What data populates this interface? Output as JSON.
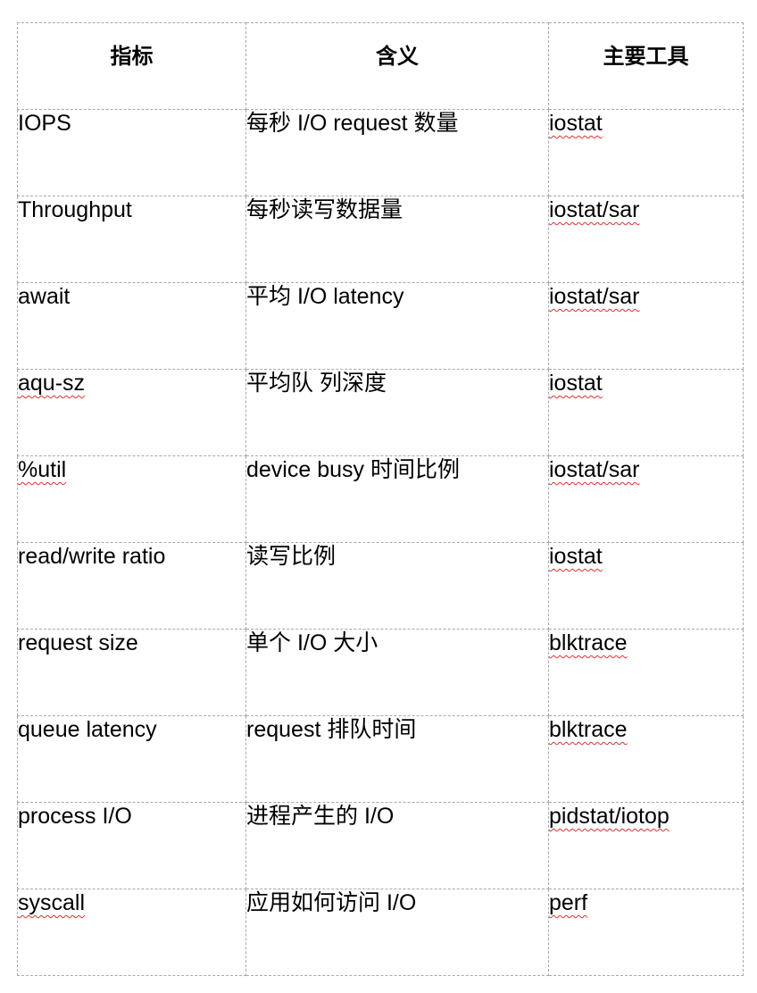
{
  "table": {
    "headers": [
      "指标",
      "含义",
      "主要工具"
    ],
    "rows": [
      {
        "metric": "IOPS",
        "meaning": "每秒 I/O request 数量",
        "tool": "iostat"
      },
      {
        "metric": "Throughput",
        "meaning": "每秒读写数据量",
        "tool": "iostat/sar"
      },
      {
        "metric": "await",
        "meaning": "平均 I/O latency",
        "tool": "iostat/sar"
      },
      {
        "metric": "aqu-sz",
        "meaning": "平均队 列深度",
        "tool": "iostat"
      },
      {
        "metric": "%util",
        "meaning": "device busy 时间比例",
        "tool": "iostat/sar"
      },
      {
        "metric": "read/write ratio",
        "meaning": "读写比例",
        "tool": "iostat"
      },
      {
        "metric": "request size",
        "meaning": "单个 I/O 大小",
        "tool": "blktrace"
      },
      {
        "metric": "queue latency",
        "meaning": "request 排队时间",
        "tool": "blktrace"
      },
      {
        "metric": "process I/O",
        "meaning": "进程产生的 I/O",
        "tool": "pidstat/iotop"
      },
      {
        "metric": "syscall",
        "meaning": "应用如何访问 I/O",
        "tool": "perf"
      }
    ],
    "spellcheck_underline_color": "#e03030",
    "border_color": "#a8a8a8"
  }
}
